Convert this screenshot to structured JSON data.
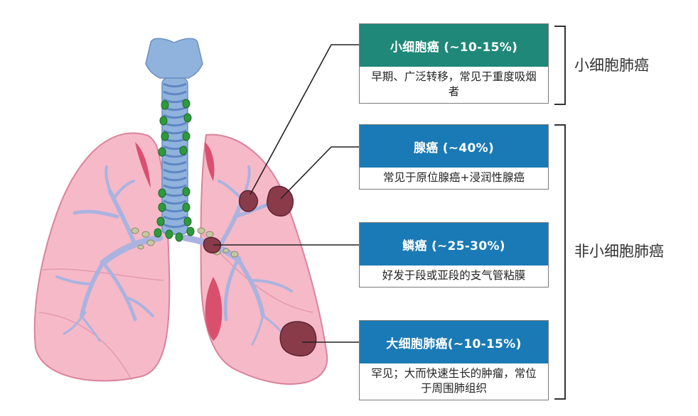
{
  "colors": {
    "small_cell_header": "#1f8878",
    "nsclc_header": "#1a7ab5",
    "lung_fill": "#f6b9c8",
    "lung_stroke": "#d9849c",
    "airway_fill": "#aab3e0",
    "trachea_fill": "#8fb3dc",
    "node_fill": "#2e9a3c",
    "tumor_fill": "#8a3b4a"
  },
  "cards": [
    {
      "title": "小细胞癌 (~10-15%)",
      "desc": "早期、广泛转移，常见于重度吸烟者",
      "tone": "teal"
    },
    {
      "title": "腺癌 (~40%)",
      "desc": "常见于原位腺癌+浸润性腺癌",
      "tone": "blue"
    },
    {
      "title": "鳞癌 (~25-30%)",
      "desc": "好发于段或亚段的支气管粘膜",
      "tone": "blue"
    },
    {
      "title": "大细胞肺癌(~10-15%)",
      "desc": "罕见；大而快速生长的肿瘤，常位于周围肺组织",
      "tone": "blue"
    }
  ],
  "groups": {
    "small_cell": "小细胞肺癌",
    "non_small_cell": "非小细胞肺癌"
  }
}
